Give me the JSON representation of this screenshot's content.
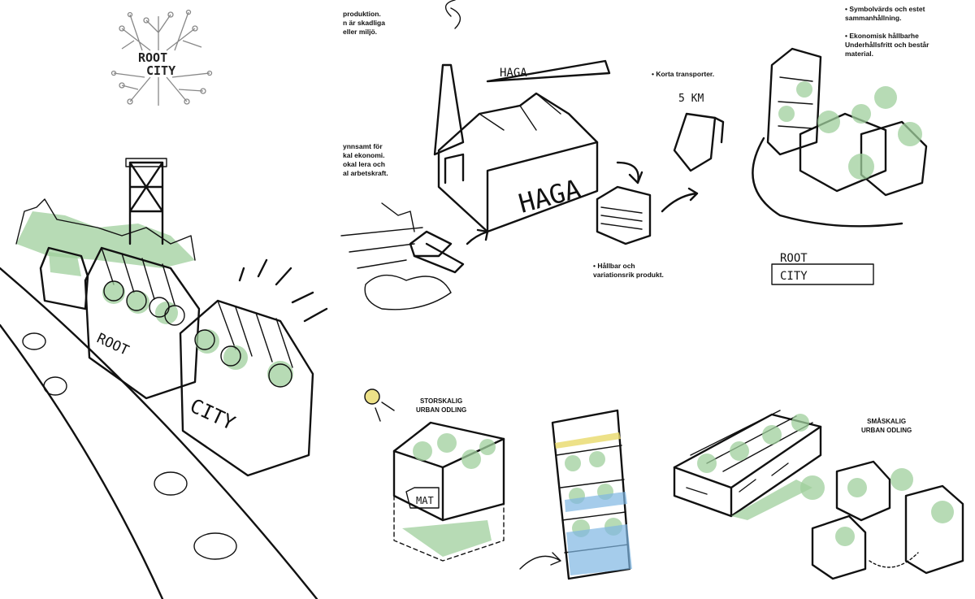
{
  "logo": {
    "line1": "ROOT",
    "line2": "CITY"
  },
  "haga_sign": "HAGA",
  "haga_facade": "HAGA",
  "distance_label": "5 KM",
  "root_city_sign": {
    "line1": "ROOT",
    "line2": "CITY"
  },
  "street_sign": {
    "line1": "ROOT",
    "line2": "CITY"
  },
  "mat_label": "MAT",
  "notes": {
    "produktion": "produktion.\nn är skadliga\neller miljö.",
    "gynnsamt": "ynnsamt för\nkal ekonomi.\nokal lera och\nal arbetskraft.",
    "korta": "• Korta transporter.",
    "hallbar": "• Hållbar och\nvariationsrik produkt.",
    "symbol": "• Symbolvärds och estet\nsammanhållning.\n\n• Ekonomisk hållbarhe\nUnderhållsfritt och består\nmaterial."
  },
  "captions": {
    "storskalig": "STORSKALIG\nURBAN ODLING",
    "smaskalig": "SMÅSKALIG\nURBAN ODLING"
  },
  "colors": {
    "ink": "#111111",
    "foliage": "#9fcf9c",
    "water": "#7fb6e3",
    "sun": "#e8d96a"
  }
}
